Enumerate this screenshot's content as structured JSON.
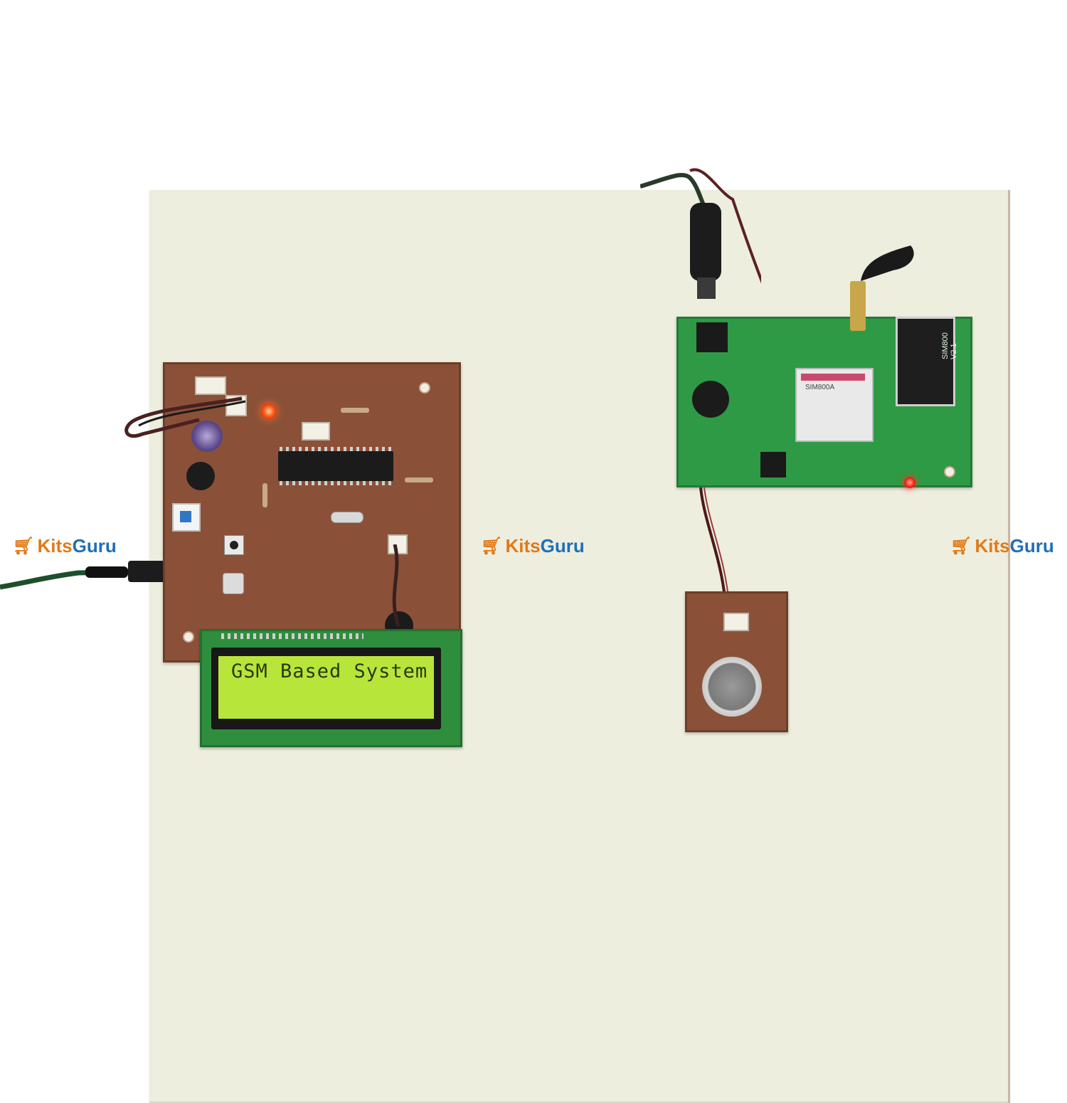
{
  "lcd": {
    "text": "GSM Based System"
  },
  "watermark": {
    "icon": "cart-icon",
    "kits": "Kits",
    "guru": "Guru",
    "colors": {
      "kits": "#e07a1a",
      "guru": "#1f6fb8"
    }
  },
  "gsm_module": {
    "chip_label": "SIM800A",
    "board_label": "SIM800 V2.1"
  }
}
